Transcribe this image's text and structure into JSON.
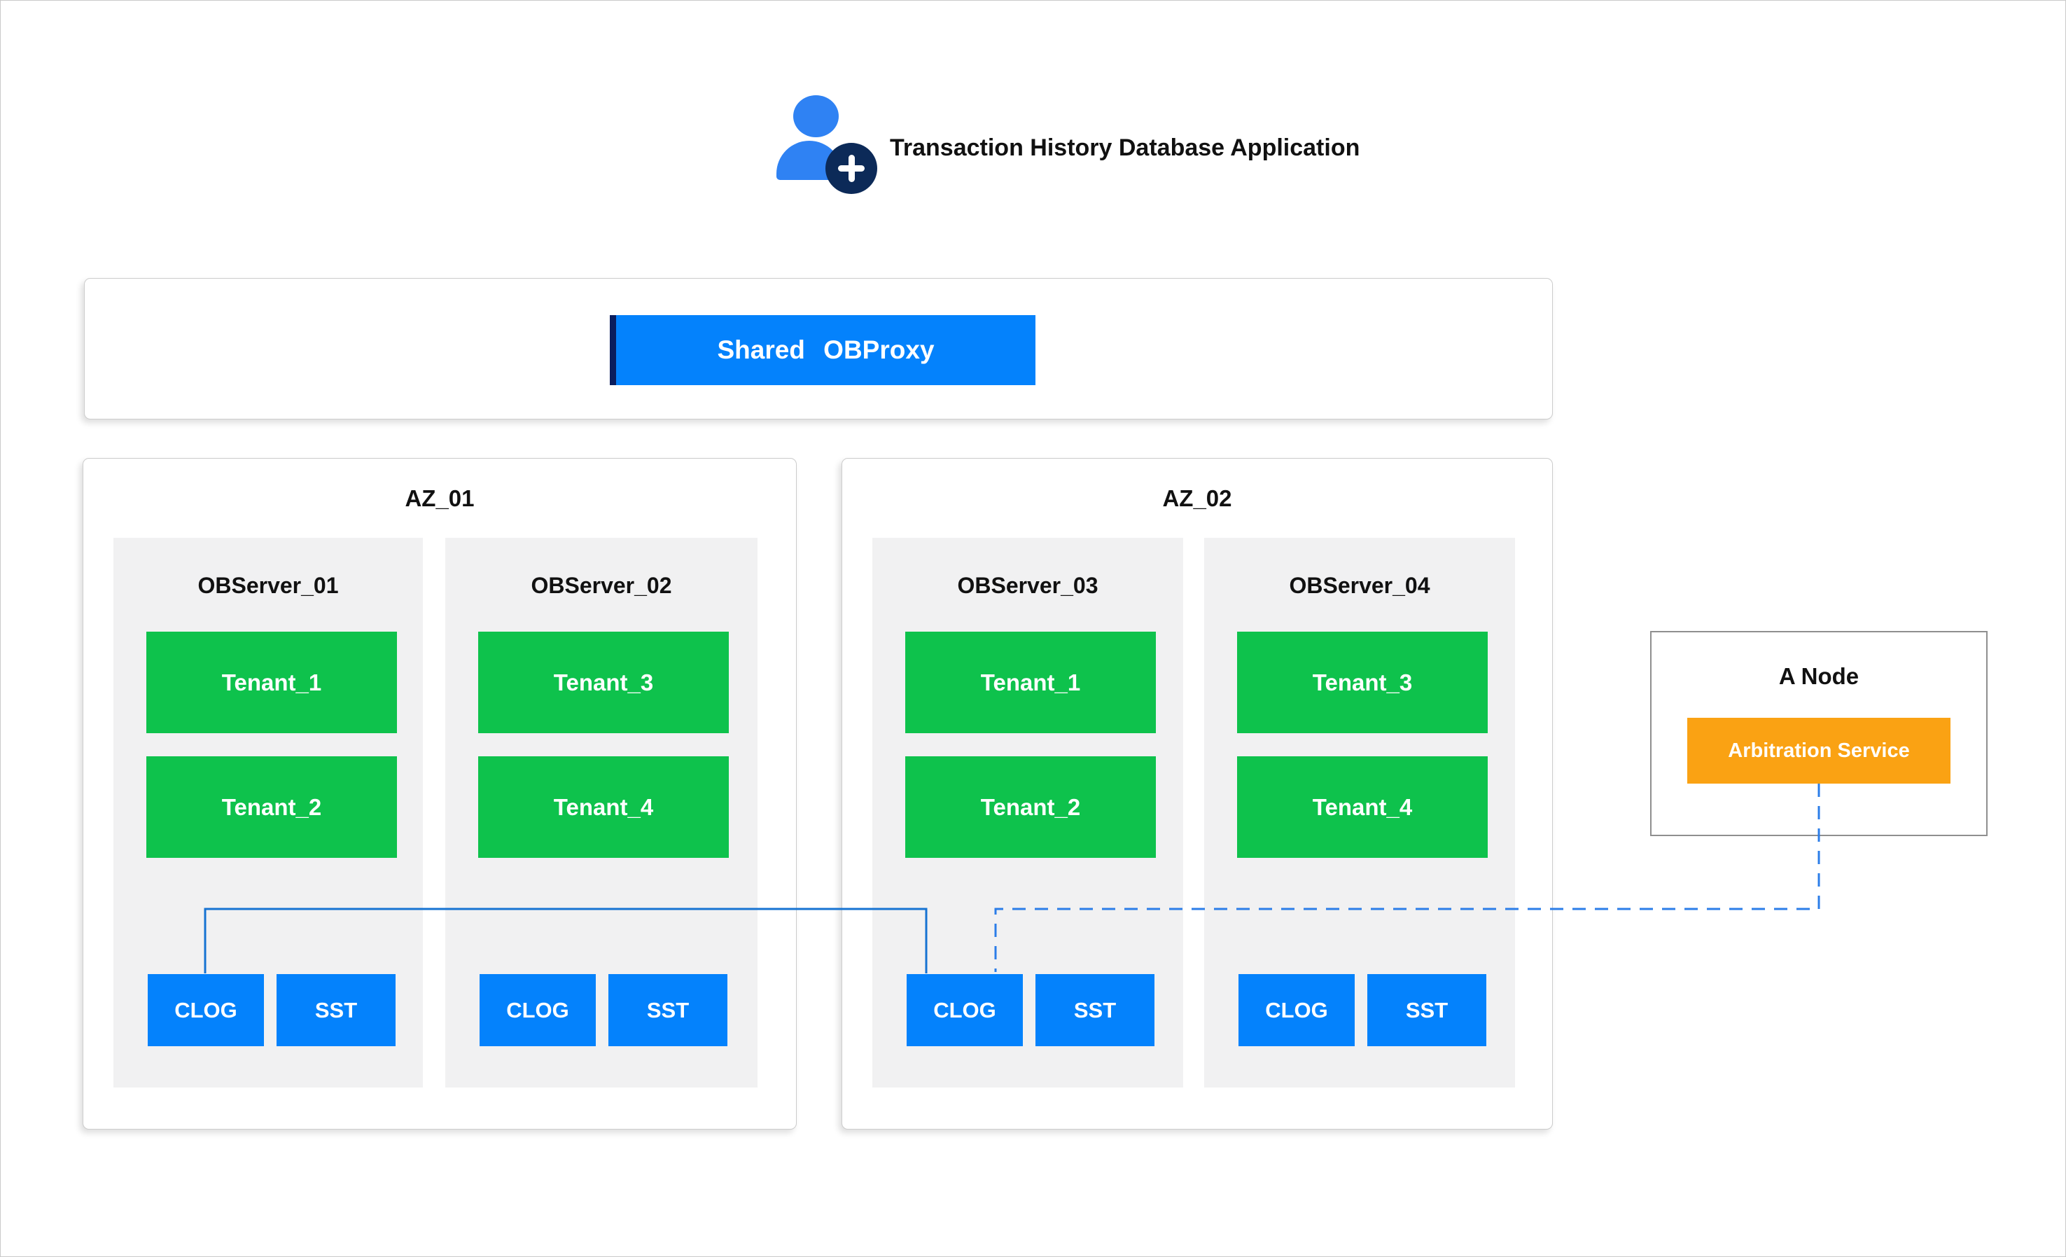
{
  "header": {
    "title": "Transaction History Database Application",
    "icon": "user-plus-icon"
  },
  "proxy": {
    "label": "Shared OBProxy"
  },
  "zones": [
    {
      "name": "AZ_01",
      "servers": [
        {
          "name": "OBServer_01",
          "tenants": [
            "Tenant_1",
            "Tenant_2"
          ],
          "storage": [
            "CLOG",
            "SST"
          ]
        },
        {
          "name": "OBServer_02",
          "tenants": [
            "Tenant_3",
            "Tenant_4"
          ],
          "storage": [
            "CLOG",
            "SST"
          ]
        }
      ]
    },
    {
      "name": "AZ_02",
      "servers": [
        {
          "name": "OBServer_03",
          "tenants": [
            "Tenant_1",
            "Tenant_2"
          ],
          "storage": [
            "CLOG",
            "SST"
          ]
        },
        {
          "name": "OBServer_04",
          "tenants": [
            "Tenant_3",
            "Tenant_4"
          ],
          "storage": [
            "CLOG",
            "SST"
          ]
        }
      ]
    }
  ],
  "arbitration": {
    "node_label": "A Node",
    "service_label": "Arbitration Service"
  },
  "connections": [
    {
      "type": "solid",
      "from": "OBServer_01.CLOG",
      "to": "OBServer_03.CLOG"
    },
    {
      "type": "dashed",
      "from": "Arbitration Service",
      "to": "OBServer_03.CLOG"
    }
  ],
  "colors": {
    "node_blue": "#0482FC",
    "node_blue_accent": "#0A1D5E",
    "tenant_green": "#0EC24C",
    "arbitration_orange": "#FAA213",
    "solid_link_blue": "#1673D2",
    "dashed_link_blue": "#2B7DE8",
    "server_gray": "#f1f1f2",
    "icon_blue": "#2F82F3",
    "icon_navy": "#0C2A58"
  }
}
